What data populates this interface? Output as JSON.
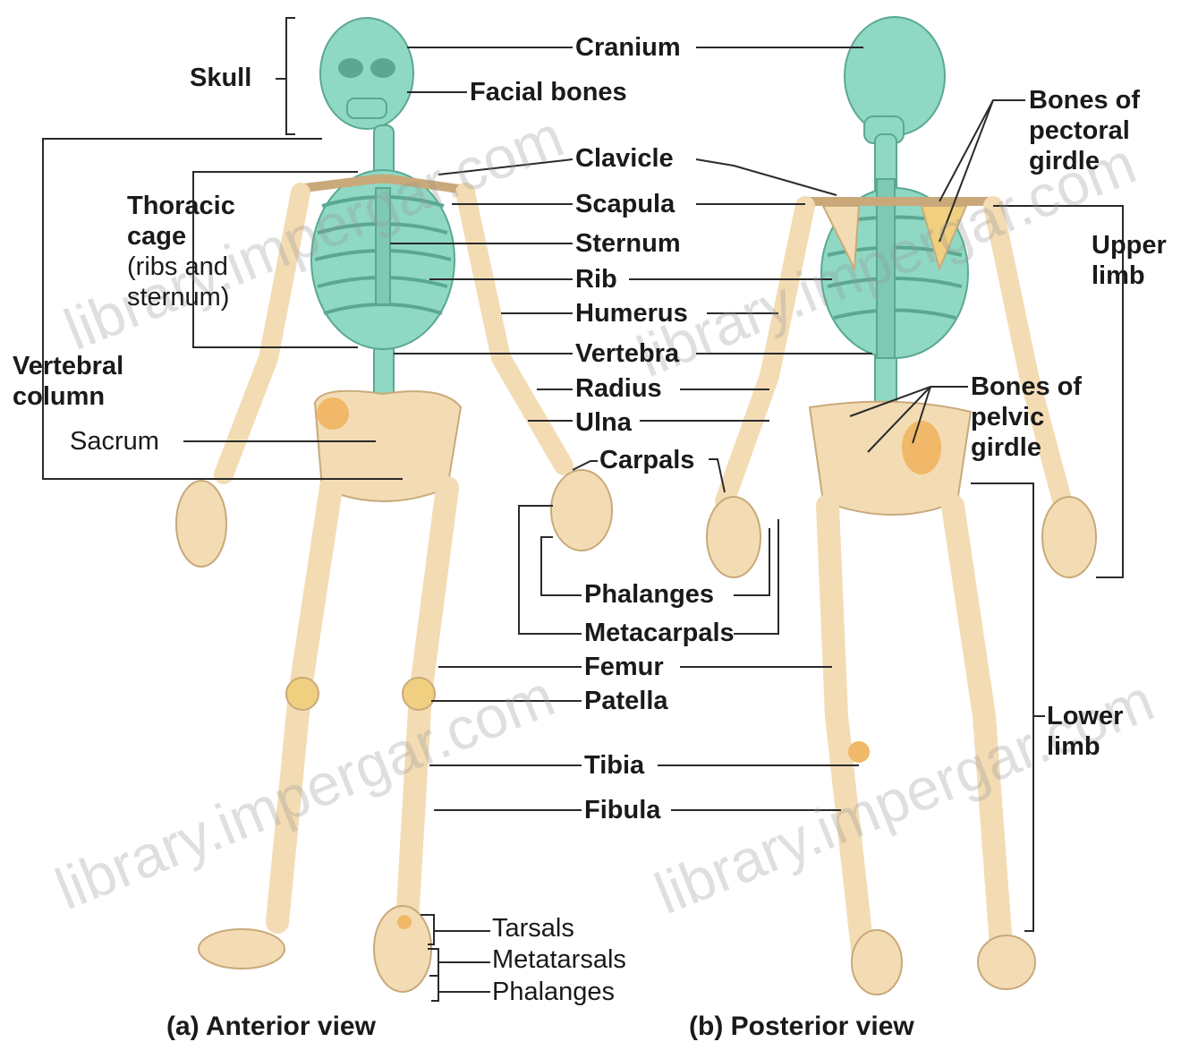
{
  "colors": {
    "axial": "#8fd8c4",
    "axial_stroke": "#5aa892",
    "appendicular": "#f3dcb4",
    "appendicular_stroke": "#c9a97a",
    "highlight": "#f0b868",
    "line": "#2a2a2a"
  },
  "labels": {
    "skull": "Skull",
    "cranium": "Cranium",
    "facial_bones": "Facial bones",
    "clavicle": "Clavicle",
    "scapula": "Scapula",
    "sternum": "Sternum",
    "rib": "Rib",
    "humerus": "Humerus",
    "vertebra": "Vertebra",
    "radius": "Radius",
    "ulna": "Ulna",
    "carpals": "Carpals",
    "sacrum": "Sacrum",
    "phalanges_hand": "Phalanges",
    "metacarpals": "Metacarpals",
    "femur": "Femur",
    "patella": "Patella",
    "tibia": "Tibia",
    "fibula": "Fibula",
    "tarsals": "Tarsals",
    "metatarsals": "Metatarsals",
    "phalanges_foot": "Phalanges"
  },
  "groups": {
    "thoracic": [
      "Thoracic",
      "cage",
      "(ribs and",
      "sternum)"
    ],
    "vertebral": [
      "Vertebral",
      "column"
    ],
    "pectoral": [
      "Bones of",
      "pectoral",
      "girdle"
    ],
    "upper_limb": [
      "Upper",
      "limb"
    ],
    "pelvic": [
      "Bones of",
      "pelvic",
      "girdle"
    ],
    "lower_limb": [
      "Lower",
      "limb"
    ]
  },
  "captions": {
    "anterior": "(a) Anterior view",
    "posterior": "(b) Posterior view"
  },
  "watermarks": [
    "library.impergar.com",
    "library.impergar.com",
    "library.impergar.com",
    "library.impergar.com"
  ]
}
